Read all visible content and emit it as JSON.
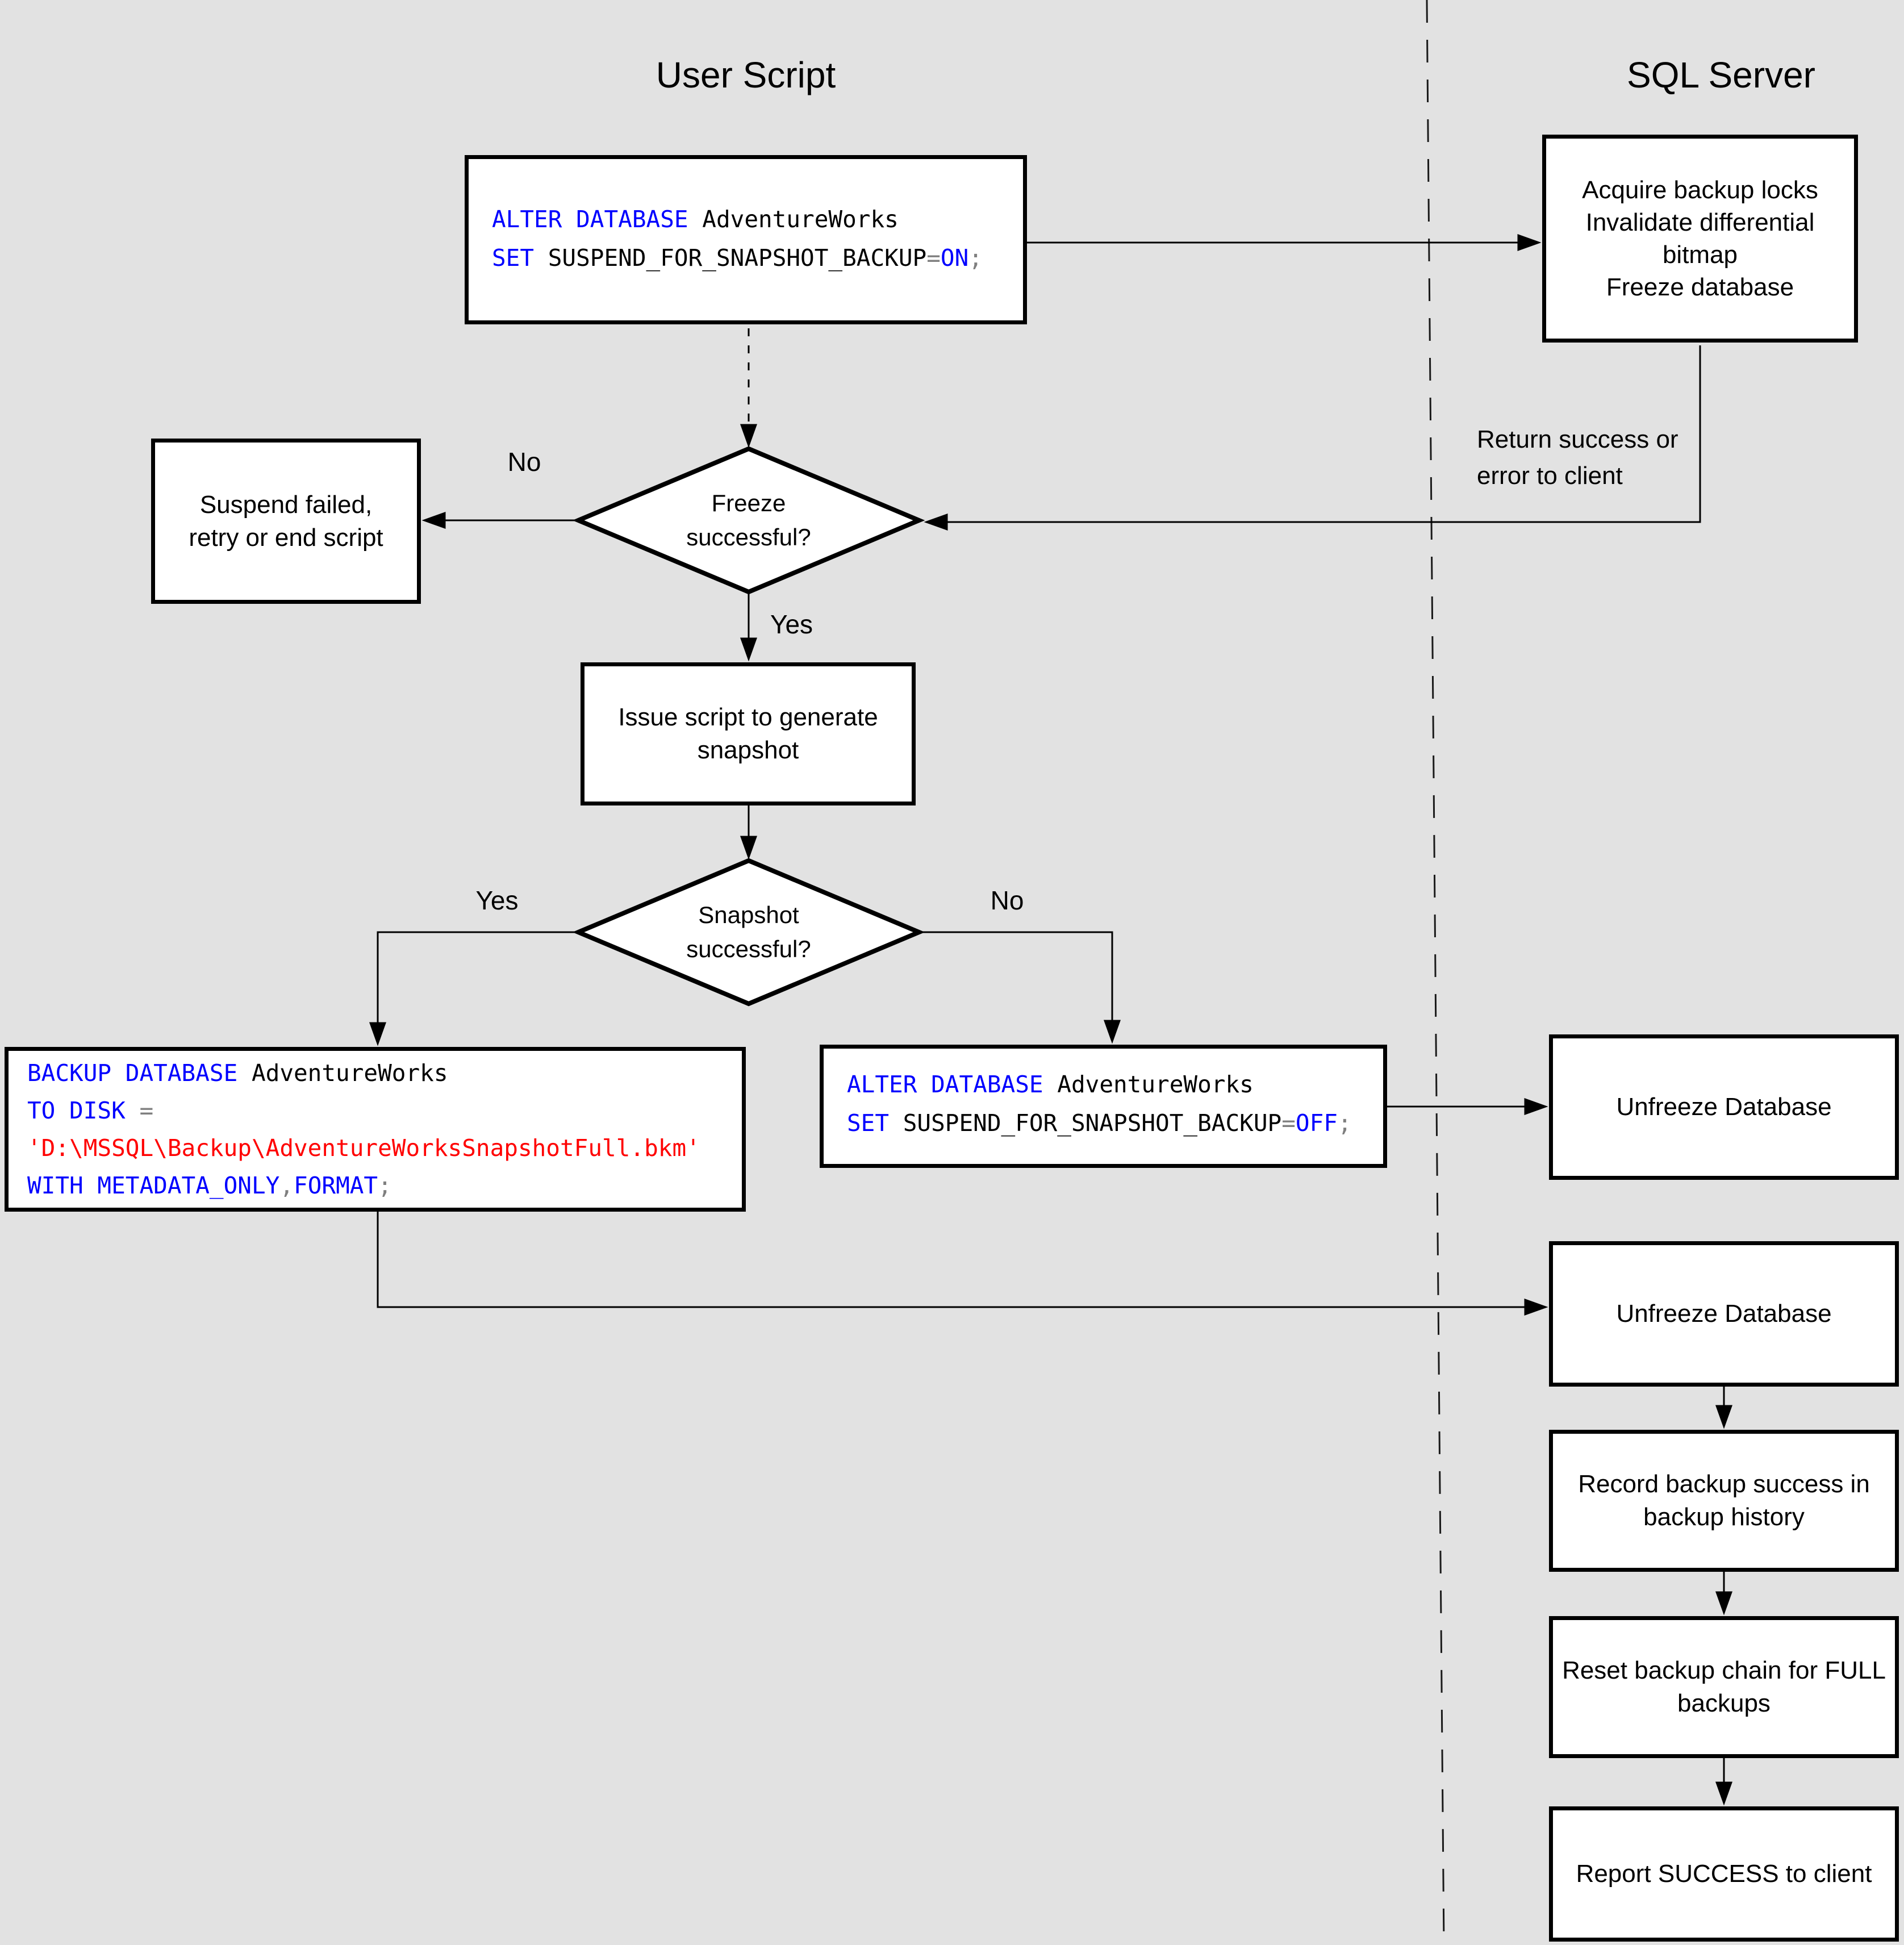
{
  "titles": {
    "user_script": "User Script",
    "sql_server": "SQL Server"
  },
  "notes": {
    "return_to_client": "Return success or\nerror to client"
  },
  "edge_labels": {
    "freeze_no": "No",
    "freeze_yes": "Yes",
    "snapshot_yes": "Yes",
    "snapshot_no": "No"
  },
  "nodes": {
    "acquire": "Acquire backup locks\nInvalidate differential\nbitmap\nFreeze database",
    "suspend_failed": "Suspend failed,\nretry or end script",
    "freeze_question": "Freeze\nsuccessful?",
    "issue_script": "Issue script to generate\nsnapshot",
    "snapshot_question": "Snapshot\nsuccessful?",
    "unfreeze_1": "Unfreeze Database",
    "unfreeze_2": "Unfreeze Database",
    "record_history": "Record backup success in\nbackup history",
    "reset_chain": "Reset backup chain for FULL\nbackups",
    "report_success": "Report SUCCESS to client"
  },
  "code": {
    "alter_on": [
      {
        "t": "ALTER DATABASE",
        "c": "kw"
      },
      {
        "t": " AdventureWorks\n",
        "c": "id"
      },
      {
        "t": "SET",
        "c": "kw"
      },
      {
        "t": " SUSPEND_FOR_SNAPSHOT_BACKUP",
        "c": "id"
      },
      {
        "t": "=",
        "c": "op"
      },
      {
        "t": "ON",
        "c": "kw"
      },
      {
        "t": ";",
        "c": "op"
      }
    ],
    "backup_metadata": [
      {
        "t": "BACKUP DATABASE",
        "c": "kw"
      },
      {
        "t": " AdventureWorks\n",
        "c": "id"
      },
      {
        "t": "TO DISK",
        "c": "kw"
      },
      {
        "t": " ",
        "c": "id"
      },
      {
        "t": "=",
        "c": "op"
      },
      {
        "t": "\n",
        "c": "id"
      },
      {
        "t": "'D:\\MSSQL\\Backup\\AdventureWorksSnapshotFull.bkm'",
        "c": "str"
      },
      {
        "t": "\n",
        "c": "id"
      },
      {
        "t": "WITH METADATA_ONLY",
        "c": "kw"
      },
      {
        "t": ",",
        "c": "op"
      },
      {
        "t": "FORMAT",
        "c": "kw"
      },
      {
        "t": ";",
        "c": "op"
      }
    ],
    "alter_off": [
      {
        "t": "ALTER DATABASE",
        "c": "kw"
      },
      {
        "t": " AdventureWorks\n",
        "c": "id"
      },
      {
        "t": "SET",
        "c": "kw"
      },
      {
        "t": " SUSPEND_FOR_SNAPSHOT_BACKUP",
        "c": "id"
      },
      {
        "t": "=",
        "c": "op"
      },
      {
        "t": "OFF",
        "c": "kw"
      },
      {
        "t": ";",
        "c": "op"
      }
    ]
  },
  "colors": {
    "background": "#e2e2e2",
    "node_fill": "#ffffff",
    "line": "#000000",
    "sql_keyword": "#0000ff",
    "sql_string": "#ff0000",
    "sql_operator": "#7f7f7f",
    "sql_identifier": "#000000"
  }
}
